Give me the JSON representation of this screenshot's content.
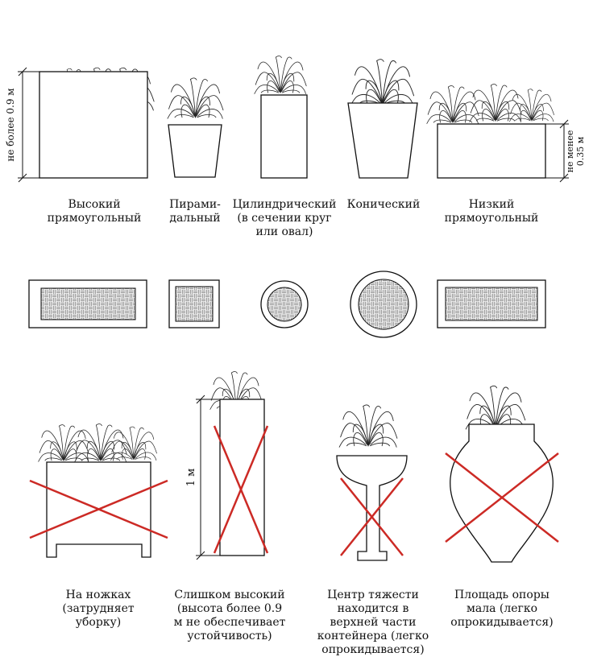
{
  "top_row": {
    "items": [
      {
        "id": "tall-rect",
        "lines": [
          "Высокий",
          "прямоугольный"
        ]
      },
      {
        "id": "pyramidal",
        "lines": [
          "Пирами-",
          "дальный"
        ]
      },
      {
        "id": "cylindrical",
        "lines": [
          "Цилиндрический",
          "(в сечении круг",
          "или овал)"
        ]
      },
      {
        "id": "conical",
        "lines": [
          "Конический"
        ]
      },
      {
        "id": "low-rect",
        "lines": [
          "Низкий",
          "прямоугольный"
        ]
      }
    ],
    "dim_tall": "не более 0.9 м",
    "dim_low_1": "не менее",
    "dim_low_2": "0.35 м"
  },
  "bottom_row": {
    "items": [
      {
        "id": "legs",
        "lines": [
          "На ножках",
          "(затрудняет",
          "уборку)"
        ]
      },
      {
        "id": "too-tall",
        "lines": [
          "Слишком высокий",
          "(высота более 0.9",
          "м не обеспечивает",
          "устойчивость)"
        ]
      },
      {
        "id": "top-heavy",
        "lines": [
          "Центр тяжести",
          "находится в",
          "верхней части",
          "контейнера (легко",
          "опрокидывается)"
        ]
      },
      {
        "id": "narrow-base",
        "lines": [
          "Площадь опоры",
          "мала (легко",
          "опрокидывается)"
        ]
      }
    ],
    "dim_tall": "1 м"
  },
  "colors": {
    "line": "#111111",
    "cross": "#cc2a25",
    "hatch_bg": "#e8e8e8"
  }
}
